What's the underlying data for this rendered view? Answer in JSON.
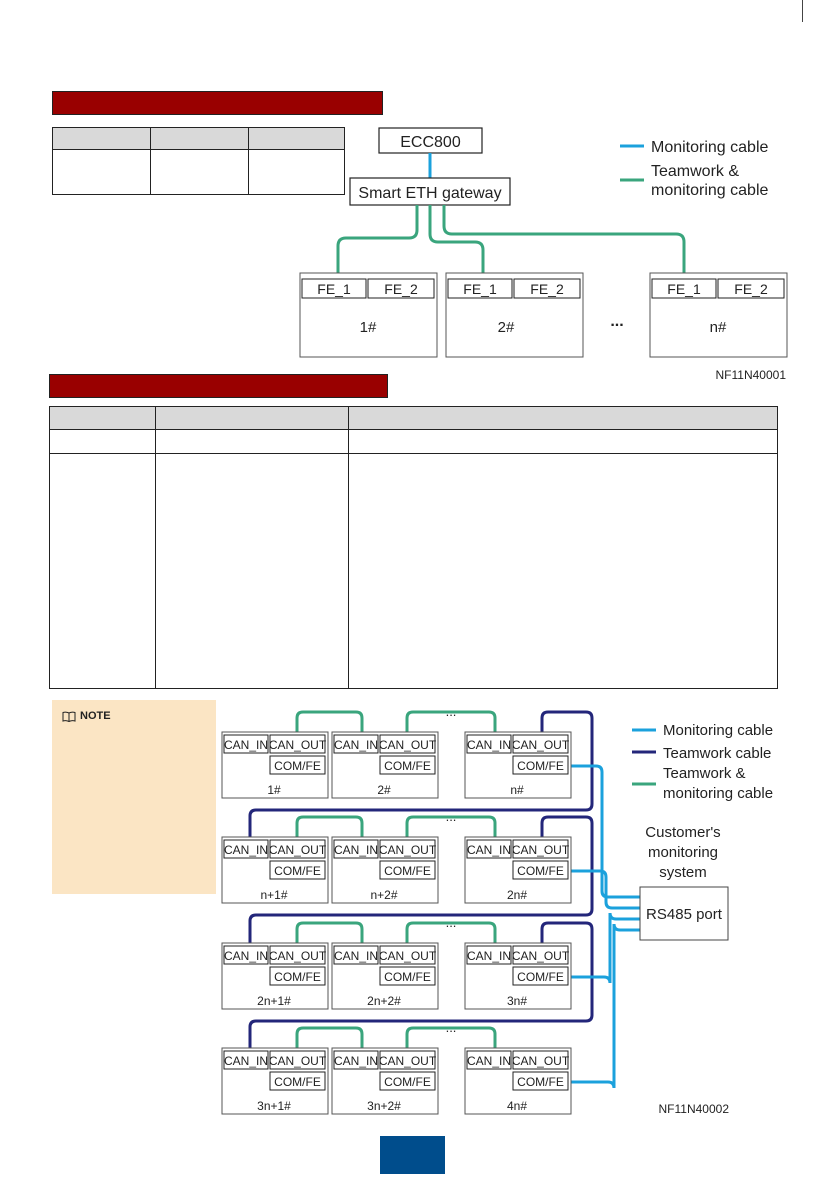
{
  "diagram1": {
    "ecc_label": "ECC800",
    "gateway_label": "Smart ETH gateway",
    "ports": [
      "FE_1",
      "FE_2"
    ],
    "units": [
      "1#",
      "2#",
      "n#"
    ],
    "ellipsis": "...",
    "legend": [
      {
        "label": "Monitoring cable",
        "color": "#1ba1dc"
      },
      {
        "label": "Teamwork &",
        "color": "#3aa57d"
      },
      {
        "label": "monitoring cable",
        "color": ""
      }
    ],
    "figure_id": "NF11N40001"
  },
  "note": {
    "label": "NOTE"
  },
  "diagram2": {
    "ports": {
      "can_in": "CAN_IN",
      "can_out": "CAN_OUT",
      "com": "COM/FE"
    },
    "unit_rows": [
      [
        "1#",
        "2#",
        "n#"
      ],
      [
        "n+1#",
        "n+2#",
        "2n#"
      ],
      [
        "2n+1#",
        "2n+2#",
        "3n#"
      ],
      [
        "3n+1#",
        "3n+2#",
        "4n#"
      ]
    ],
    "ellipsis": "...",
    "legend": [
      {
        "label": "Monitoring cable",
        "color": "#1ba1dc"
      },
      {
        "label": "Teamwork cable",
        "color": "#23267a"
      },
      {
        "label": "Teamwork &",
        "color": "#3aa57d"
      },
      {
        "label": "monitoring cable",
        "color": ""
      }
    ],
    "customer_label": [
      "Customer's",
      "monitoring",
      "system"
    ],
    "rs485_label": "RS485 port",
    "figure_id": "NF11N40002"
  },
  "colors": {
    "header_bar": "#990000",
    "table_head": "#d9d9d9",
    "note_bg": "#fbe5c4",
    "page_box": "#004d8c"
  }
}
